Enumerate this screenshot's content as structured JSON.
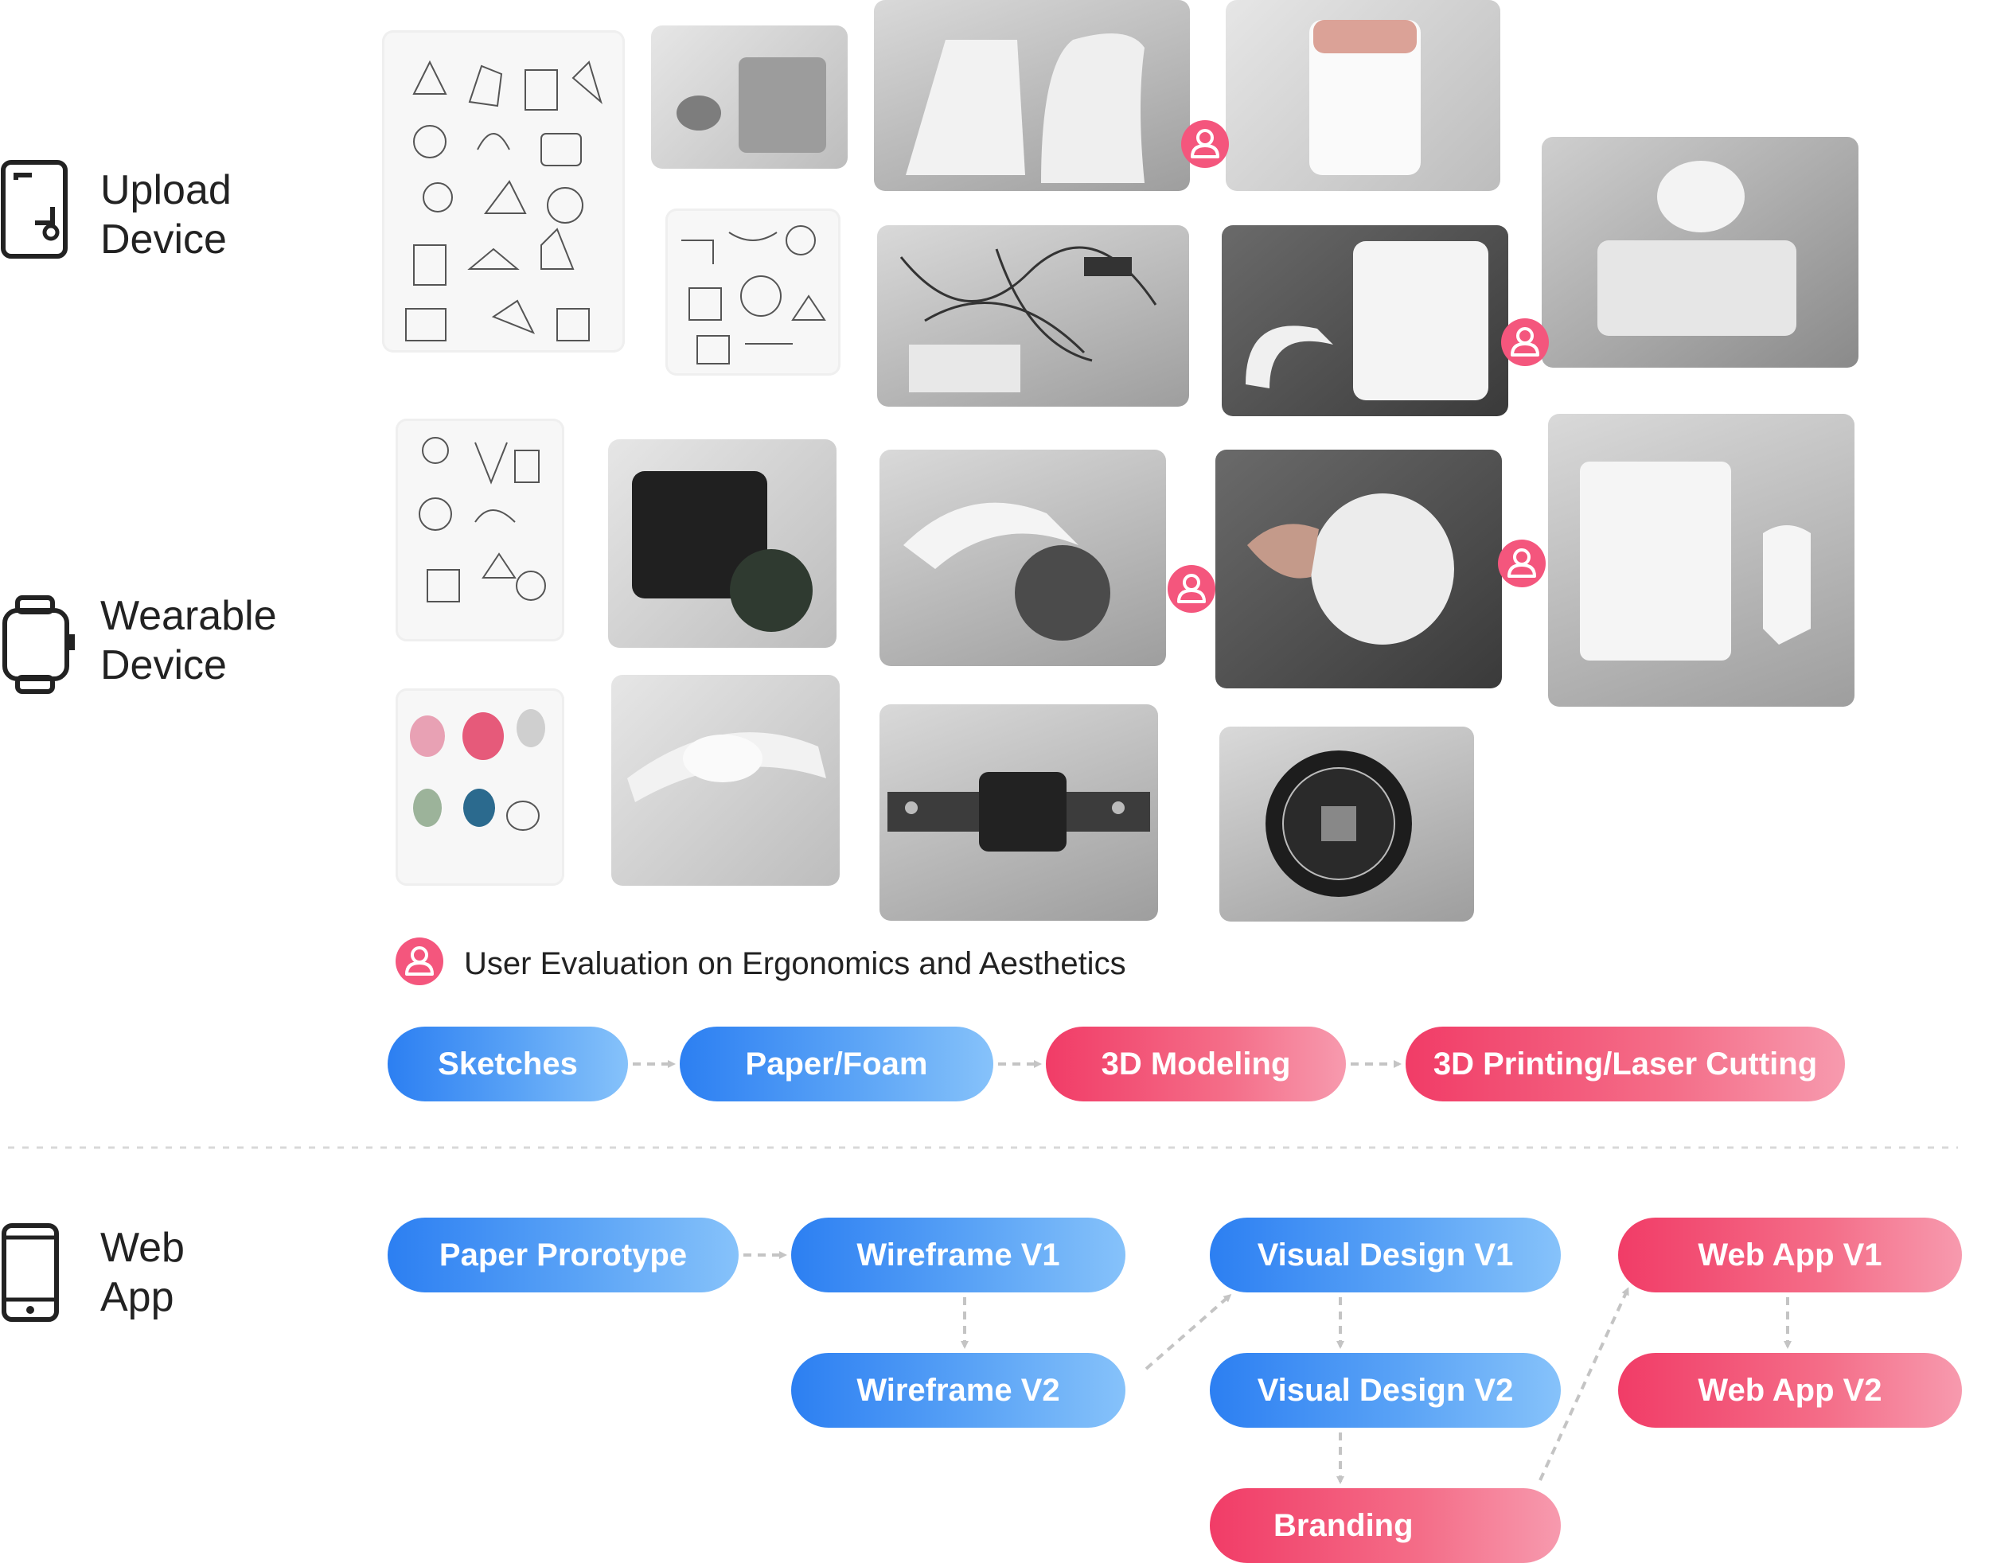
{
  "sections": {
    "upload": {
      "line1": "Upload",
      "line2": "Device",
      "icon": "upload-device-icon"
    },
    "wearable": {
      "line1": "Wearable",
      "line2": "Device",
      "icon": "smartwatch-icon"
    },
    "webapp": {
      "line1": "Web",
      "line2": "App",
      "icon": "smartphone-icon"
    }
  },
  "legend": {
    "text": "User Evaluation on Ergonomics and Aesthetics",
    "icon": "user-icon"
  },
  "hardware_flow": [
    "Sketches",
    "Paper/Foam",
    "3D Modeling",
    "3D Printing/Laser Cutting"
  ],
  "webapp_flow": {
    "paper_prototype": "Paper Prorotype",
    "wireframe_v1": "Wireframe V1",
    "wireframe_v2": "Wireframe V2",
    "visual_v1": "Visual Design V1",
    "visual_v2": "Visual Design V2",
    "branding": "Branding",
    "webapp_v1": "Web App V1",
    "webapp_v2": "Web App V2"
  },
  "colors": {
    "blue": "#2c7ff2",
    "red": "#f13c67",
    "badge": "#f4567d",
    "connector": "#c4c4c4"
  }
}
